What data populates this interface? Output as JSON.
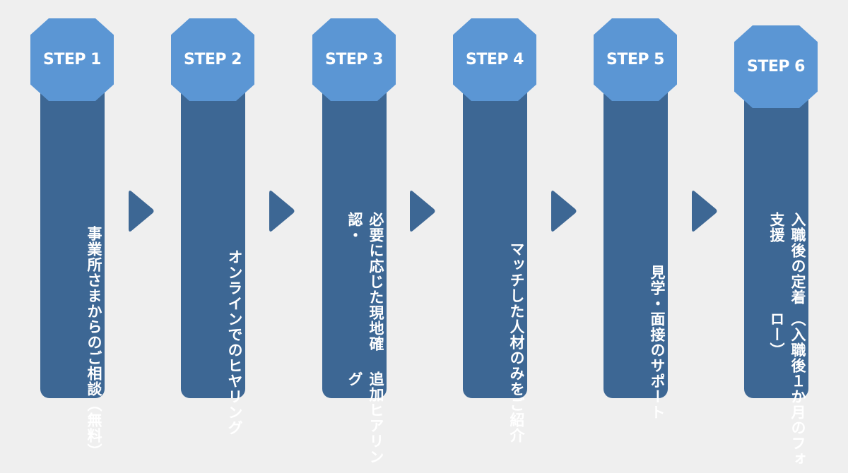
{
  "colors": {
    "background": "#efefef",
    "header": "#5b96d4",
    "column": "#3d6794",
    "arrow": "#3d6794",
    "text": "#ffffff"
  },
  "steps": [
    {
      "label": "STEP 1",
      "lines": [
        "事業所さまからのご相談",
        "（無料）"
      ]
    },
    {
      "label": "STEP 2",
      "lines": [
        "オンラインでのヒヤリング"
      ]
    },
    {
      "label": "STEP 3",
      "lines": [
        "必要に応じた現地確認・",
        "追加ヒアリング"
      ]
    },
    {
      "label": "STEP 4",
      "lines": [
        "マッチした人材のみをご紹介"
      ]
    },
    {
      "label": "STEP 5",
      "lines": [
        "見学・面接のサポート"
      ]
    },
    {
      "label": "STEP 6",
      "lines": [
        "入職後の定着支援",
        "（入職後１か月のフォロー）"
      ]
    }
  ],
  "arrow_icon": "triangle-right-icon"
}
